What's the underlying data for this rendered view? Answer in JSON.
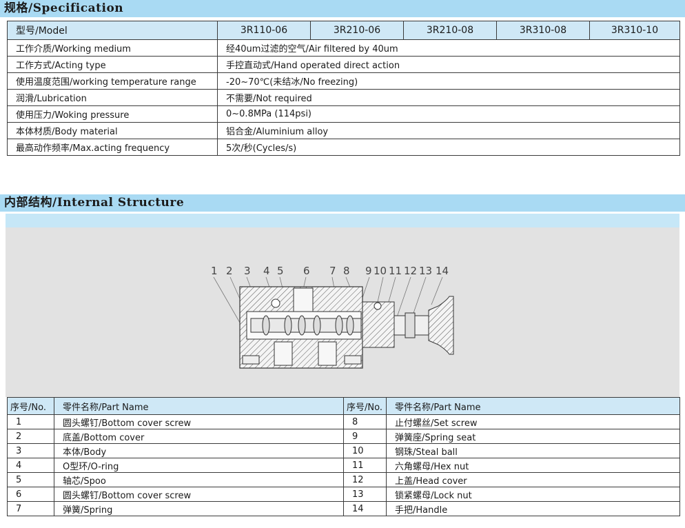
{
  "spec_section": {
    "title": "规格/Specification",
    "model_label": "型号/Model",
    "models": [
      "3R110-06",
      "3R210-06",
      "3R210-08",
      "3R310-08",
      "3R310-10"
    ],
    "rows": [
      {
        "label": "工作介质/Working medium",
        "value": "经40um过滤的空气/Air filtered by 40um"
      },
      {
        "label": "工作方式/Acting type",
        "value": "手控直动式/Hand operated direct action"
      },
      {
        "label": "使用温度范围/working temperature range",
        "value": "-20~70℃(未结冰/No freezing)"
      },
      {
        "label": "润滑/Lubrication",
        "value": "不需要/Not required"
      },
      {
        "label": "使用压力/Woking pressure",
        "value": "0~0.8MPa (114psi)"
      },
      {
        "label": "本体材质/Body material",
        "value": "铝合金/Aluminium alloy"
      },
      {
        "label": "最高动作频率/Max.acting frequency",
        "value": "5次/秒(Cycles/s)"
      }
    ]
  },
  "structure_section": {
    "title": "内部结构/Internal Structure",
    "callouts": [
      "1",
      "2",
      "3",
      "4",
      "5",
      "6",
      "7",
      "8",
      "9",
      "10",
      "11",
      "12",
      "13",
      "14"
    ],
    "col_no": "序号/No.",
    "col_name": "零件名称/Part Name",
    "parts": [
      {
        "no": "1",
        "name": "圆头螺钉/Bottom cover screw"
      },
      {
        "no": "2",
        "name": "底盖/Bottom cover"
      },
      {
        "no": "3",
        "name": "本体/Body"
      },
      {
        "no": "4",
        "name": "O型环/O-ring"
      },
      {
        "no": "5",
        "name": "轴芯/Spoo"
      },
      {
        "no": "6",
        "name": "圆头螺钉/Bottom cover screw"
      },
      {
        "no": "7",
        "name": "弹簧/Spring"
      },
      {
        "no": "8",
        "name": "止付螺丝/Set screw"
      },
      {
        "no": "9",
        "name": "弹簧座/Spring seat"
      },
      {
        "no": "10",
        "name": "钢珠/Steal ball"
      },
      {
        "no": "11",
        "name": "六角螺母/Hex nut"
      },
      {
        "no": "12",
        "name": "上盖/Head cover"
      },
      {
        "no": "13",
        "name": "锁紧螺母/Lock nut"
      },
      {
        "no": "14",
        "name": "手把/Handle"
      }
    ]
  }
}
